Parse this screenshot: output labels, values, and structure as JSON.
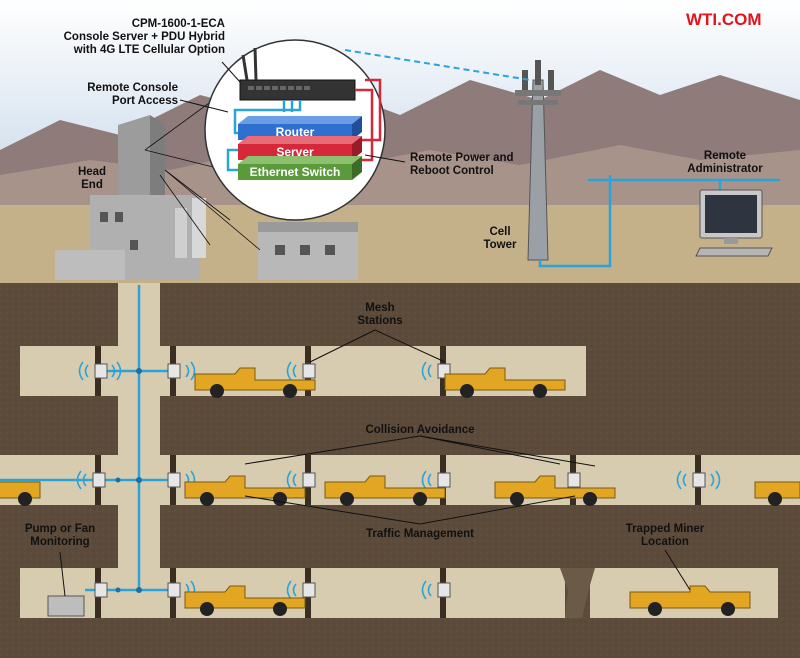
{
  "brand": "WTI.COM",
  "device": {
    "line1": "CPM-1600-1-ECA",
    "line2": "Console Server + PDU Hybrid",
    "line3": "with 4G LTE Cellular Option"
  },
  "labels": {
    "remote_console_1": "Remote Console",
    "remote_console_2": "Port Access",
    "head_end_1": "Head",
    "head_end_2": "End",
    "remote_power_1": "Remote Power and",
    "remote_power_2": "Reboot Control",
    "cell_tower_1": "Cell",
    "cell_tower_2": "Tower",
    "remote_admin_1": "Remote",
    "remote_admin_2": "Administrator",
    "mesh_1": "Mesh",
    "mesh_2": "Stations",
    "collision": "Collision Avoidance",
    "traffic": "Traffic Management",
    "pump_1": "Pump or Fan",
    "pump_2": "Monitoring",
    "trapped_1": "Trapped Miner",
    "trapped_2": "Location"
  },
  "stack": {
    "router": "Router",
    "server": "Server",
    "switch": "Ethernet Switch"
  },
  "colors": {
    "sky_top": "#ffffff",
    "sky_bottom": "#c9d9ea",
    "mountain": "#8e7b7a",
    "ground": "#c4b18a",
    "earth": "#5c4b3a",
    "tunnel": "#d8ccb0",
    "cable": "#2aa3d8",
    "router": "#2f6fd0",
    "server": "#d6283a",
    "switch": "#5a9a3b",
    "truck": "#e3a623",
    "brand": "#e3141b"
  }
}
